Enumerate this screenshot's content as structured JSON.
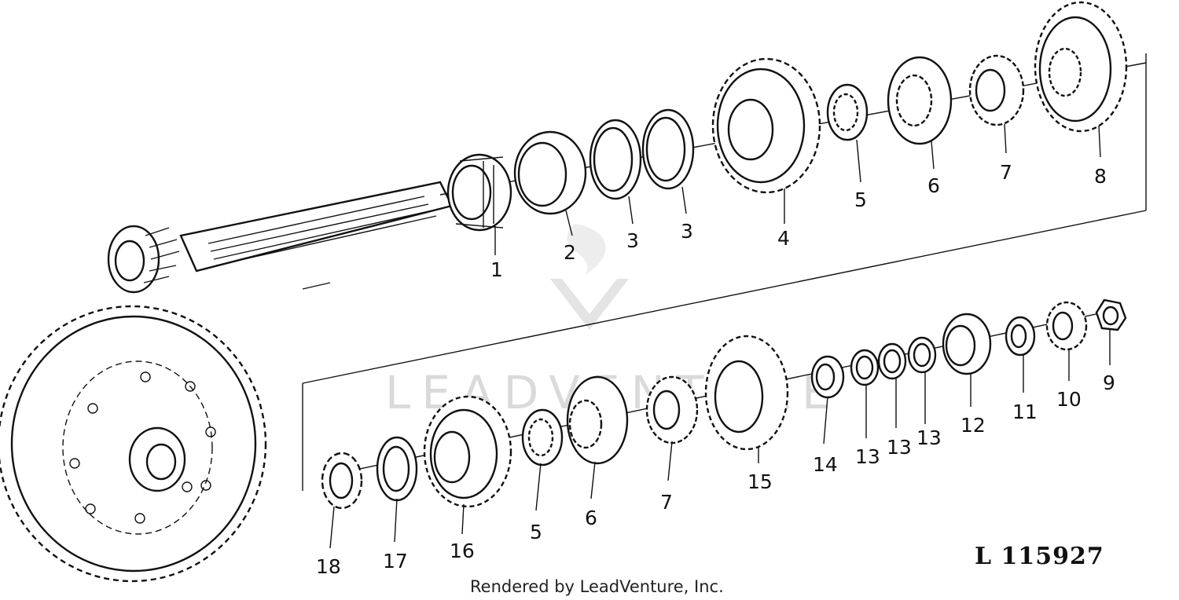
{
  "figure": {
    "id": "L 115927",
    "credit": "Rendered by LeadVenture, Inc.",
    "watermark": "LEADVENTURE"
  },
  "callouts_top": [
    "1",
    "2",
    "3",
    "3",
    "4",
    "5",
    "6",
    "7",
    "8"
  ],
  "callouts_bottom": [
    "18",
    "17",
    "16",
    "5",
    "6",
    "7",
    "15",
    "14",
    "13",
    "13",
    "13",
    "12",
    "11",
    "10",
    "9"
  ],
  "colors": {
    "ink": "#111111",
    "paper": "#ffffff",
    "watermark": "#d6d6d6"
  }
}
